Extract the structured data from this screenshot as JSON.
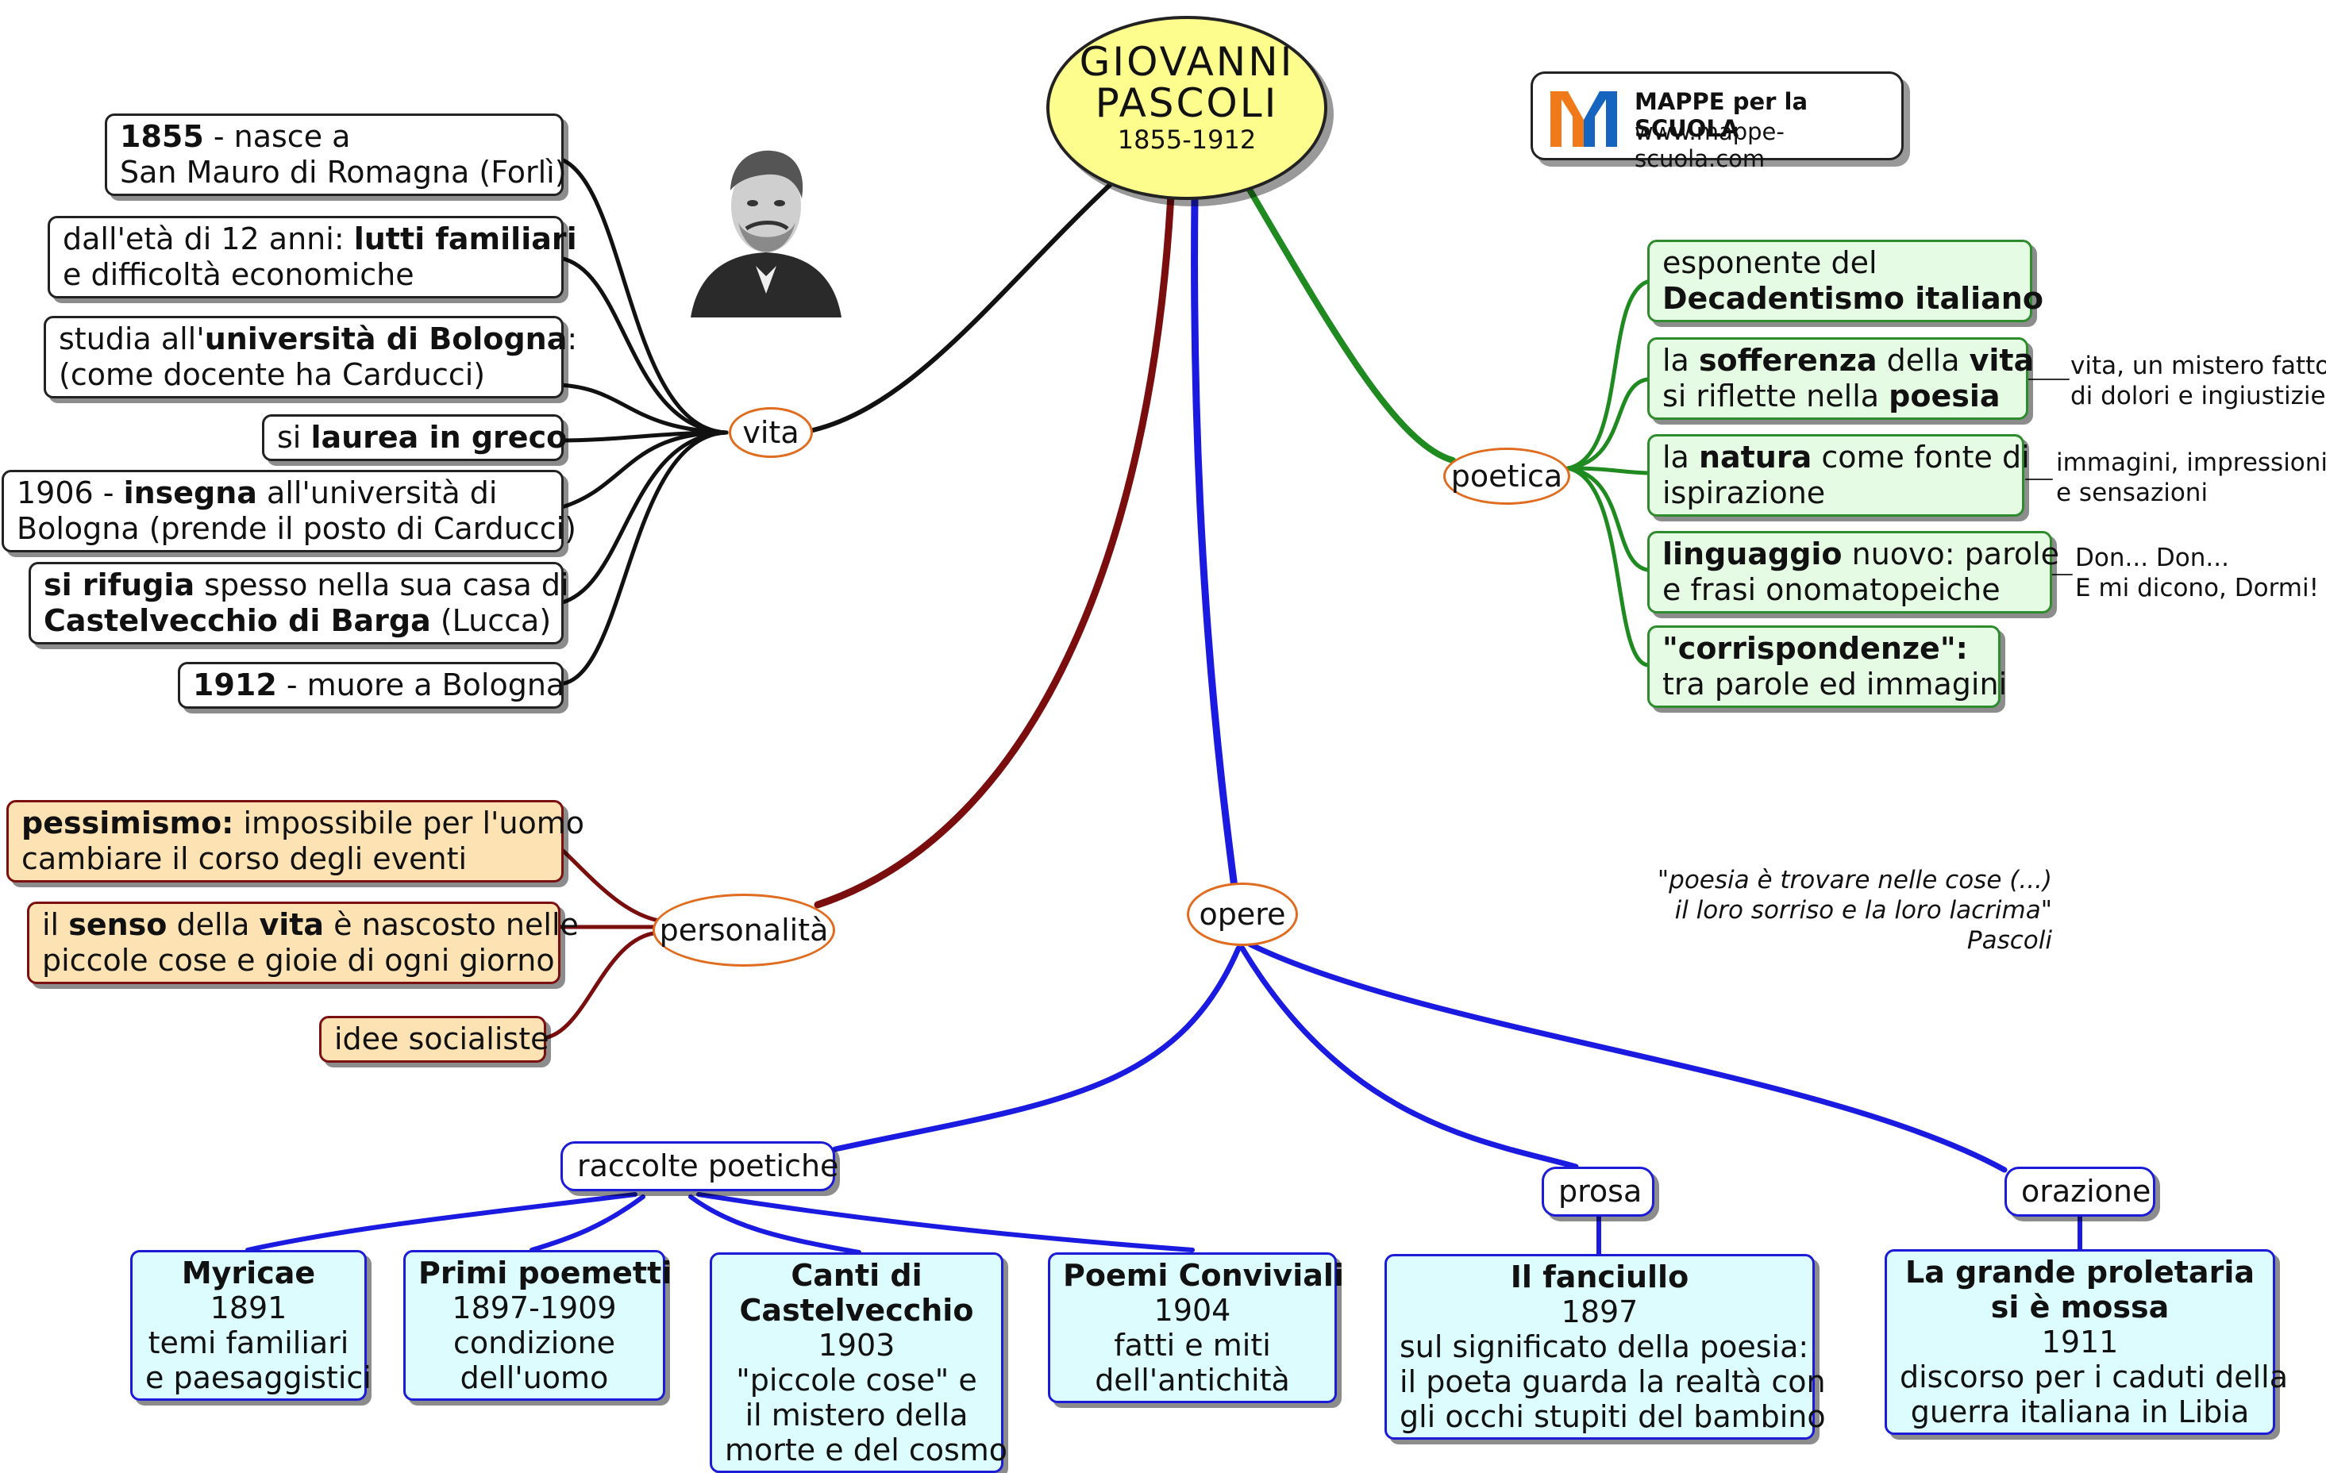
{
  "central": {
    "title_line1": "GIOVANNI",
    "title_line2": "PASCOLI",
    "years": "1855-1912"
  },
  "logo": {
    "mark": "M",
    "name": "MAPPE per la SCUOLA",
    "url": "www.mappe-scuola.com",
    "colors": {
      "orange": "#f07a1a",
      "blue": "#1565c0"
    }
  },
  "portrait": {
    "icon": "portrait-engraving"
  },
  "nodes": {
    "vita": "vita",
    "poetica": "poetica",
    "personalita": "personalità",
    "opere": "opere"
  },
  "vita": {
    "v1": {
      "b": "1855",
      "t1": " - nasce a",
      "t2": "San Mauro di Romagna (Forlì)"
    },
    "v2": {
      "a": "dall'età di 12 anni: ",
      "b": "lutti familiari",
      "t2": "e difficoltà economiche"
    },
    "v3": {
      "a": "studia all'",
      "b": "università di Bologna",
      "c": ":",
      "t2": "(come docente ha Carducci)"
    },
    "v4": {
      "a": "si ",
      "b": "laurea in greco"
    },
    "v5": {
      "a": "1906 - ",
      "b": "insegna",
      "c": " all'università di",
      "t2": "Bologna (prende il posto di Carducci)"
    },
    "v6": {
      "b1": "si rifugia",
      "a": " spesso nella sua casa di",
      "b2": "Castelvecchio di Barga",
      "c": " (Lucca)"
    },
    "v7": {
      "b": "1912",
      "a": " - muore a Bologna"
    }
  },
  "poetica": {
    "p1": {
      "t1": "esponente del",
      "b": "Decadentismo italiano"
    },
    "p2": {
      "a": "la ",
      "b1": "sofferenza",
      "c": " della ",
      "b2": "vita",
      "d": "si riflette nella ",
      "b3": "poesia"
    },
    "p3": {
      "a": "la ",
      "b": "natura",
      "c": " come fonte di",
      "t2": "ispirazione"
    },
    "p4": {
      "b": "linguaggio",
      "a": " nuovo: parole",
      "t2": "e frasi onomatopeiche"
    },
    "p5": {
      "b": "\"corrispondenze\":",
      "t2": "tra parole ed immagini"
    },
    "n1": [
      "vita, un mistero fatto",
      "di dolori e ingiustizie"
    ],
    "n2": [
      "immagini, impressioni",
      "e sensazioni"
    ],
    "n3": [
      "Don... Don...",
      "E mi dicono, Dormi!"
    ]
  },
  "personalita": {
    "r1": {
      "b": "pessimismo:",
      "a": " impossibile per l'uomo",
      "t2": "cambiare il corso degli eventi"
    },
    "r2": {
      "a": "il ",
      "b1": "senso",
      "c": " della ",
      "b2": "vita",
      "d": " è nascosto nelle",
      "t2": "piccole cose e gioie di ogni giorno"
    },
    "r3": {
      "a": "idee socialiste"
    }
  },
  "quote": {
    "l1": "\"poesia è trovare nelle cose (...)",
    "l2": "il loro sorriso e la loro lacrima\"",
    "l3": "Pascoli"
  },
  "opere": {
    "raccolte": "raccolte poetiche",
    "prosa": "prosa",
    "orazione": "orazione",
    "myricae": {
      "title": "Myricae",
      "year": "1891",
      "d1": "temi familiari",
      "d2": "e paesaggistici"
    },
    "primi": {
      "title": "Primi poemetti",
      "year": "1897-1909",
      "d1": "condizione",
      "d2": "dell'uomo"
    },
    "canti": {
      "t1": "Canti di",
      "t2": "Castelvecchio",
      "year": "1903",
      "d1": "\"piccole cose\" e",
      "d2": "il mistero della",
      "d3": "morte e del cosmo"
    },
    "poemi": {
      "title": "Poemi Conviviali",
      "year": "1904",
      "d1": "fatti e miti",
      "d2": "dell'antichità"
    },
    "fanciullo": {
      "title": "Il fanciullo",
      "year": "1897",
      "d1": "sul significato della poesia:",
      "d2": "il poeta guarda la realtà con",
      "d3": "gli occhi stupiti del bambino"
    },
    "proletaria": {
      "t1": "La grande proletaria",
      "t2": "si è mossa",
      "year": "1911",
      "d1": "discorso per i caduti della",
      "d2": "guerra italiana in Libia"
    }
  },
  "colors": {
    "black": "#111111",
    "green": "#1f8a1f",
    "darkred": "#7a0d0d",
    "blue": "#1a1ae0",
    "oval_border": "#e06c1f",
    "central_fill": "#fdfd8e"
  }
}
